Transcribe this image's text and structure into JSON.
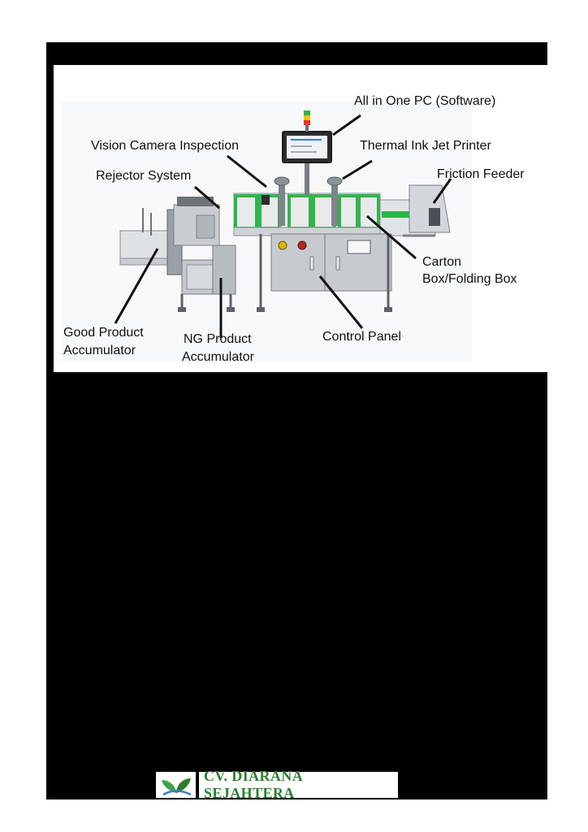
{
  "labels": {
    "all_in_one_pc": "All in One PC (Software)",
    "vision_camera": "Vision Camera Inspection",
    "thermal_printer": "Thermal Ink Jet Printer",
    "friction_feeder": "Friction Feeder",
    "rejector_system": "Rejector System",
    "carton_box_line1": "Carton",
    "carton_box_line2": "Box/Folding Box",
    "good_product_line1": "Good Product",
    "good_product_line2": "Accumulator",
    "ng_product_line1": "NG Product",
    "ng_product_line2": "Accumulator",
    "control_panel": "Control Panel"
  },
  "footer": {
    "company_name": "CV. DIARANA SEJAHTERA",
    "logo_icon": "leaf-sprout-logo"
  },
  "colors": {
    "background": "#000000",
    "machine_body": "#b9bec4",
    "conveyor_green": "#2fb54a",
    "logo_green": "#2f7d2f",
    "logo_blue": "#3a7fc2"
  }
}
